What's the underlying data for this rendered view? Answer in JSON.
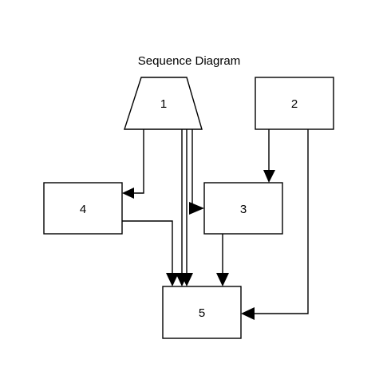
{
  "diagram": {
    "title": "Sequence Diagram",
    "nodes": [
      {
        "id": "1",
        "label": "1",
        "shape": "trapezoid"
      },
      {
        "id": "2",
        "label": "2",
        "shape": "rectangle"
      },
      {
        "id": "3",
        "label": "3",
        "shape": "rectangle"
      },
      {
        "id": "4",
        "label": "4",
        "shape": "rectangle"
      },
      {
        "id": "5",
        "label": "5",
        "shape": "rectangle"
      }
    ],
    "edges": [
      {
        "from": "1",
        "to": "4"
      },
      {
        "from": "1",
        "to": "3"
      },
      {
        "from": "1",
        "to": "5"
      },
      {
        "from": "1",
        "to": "5"
      },
      {
        "from": "2",
        "to": "3"
      },
      {
        "from": "2",
        "to": "5"
      },
      {
        "from": "4",
        "to": "5"
      },
      {
        "from": "3",
        "to": "5"
      }
    ]
  }
}
